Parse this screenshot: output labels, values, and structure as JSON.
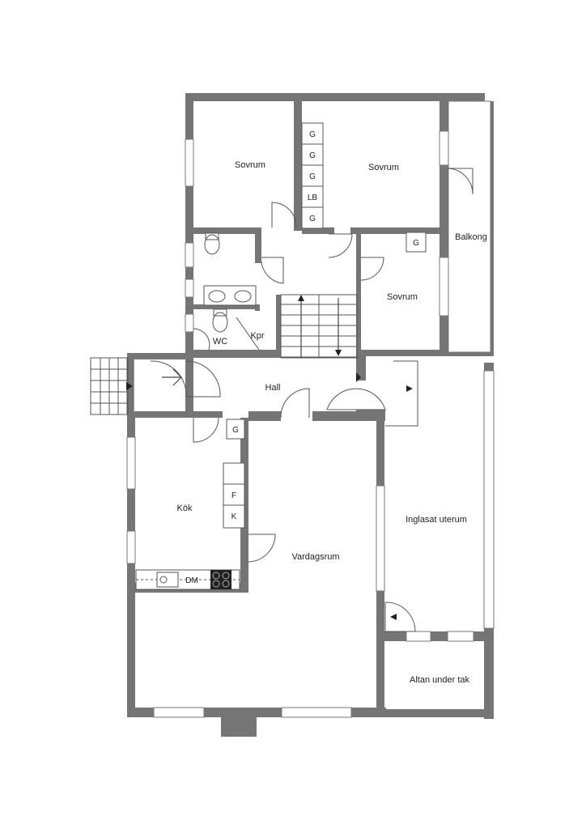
{
  "rooms": {
    "sovrum_1": "Sovrum",
    "sovrum_2": "Sovrum",
    "sovrum_3": "Sovrum",
    "balkong": "Balkong",
    "wc": "WC",
    "kpr": "Kpr",
    "hall": "Hall",
    "kok": "Kök",
    "vardagsrum": "Vardagsrum",
    "inglasat_uterum": "Inglasat uterum",
    "altan": "Altan under tak"
  },
  "fixtures": {
    "wardrobe_1": "G",
    "wardrobe_2": "G",
    "wardrobe_3": "G",
    "linen": "LB",
    "wardrobe_4": "G",
    "wardrobe_sovrum3": "G",
    "wardrobe_hall": "G",
    "fridge": "F",
    "freezer": "K",
    "dishwasher": "DM"
  }
}
